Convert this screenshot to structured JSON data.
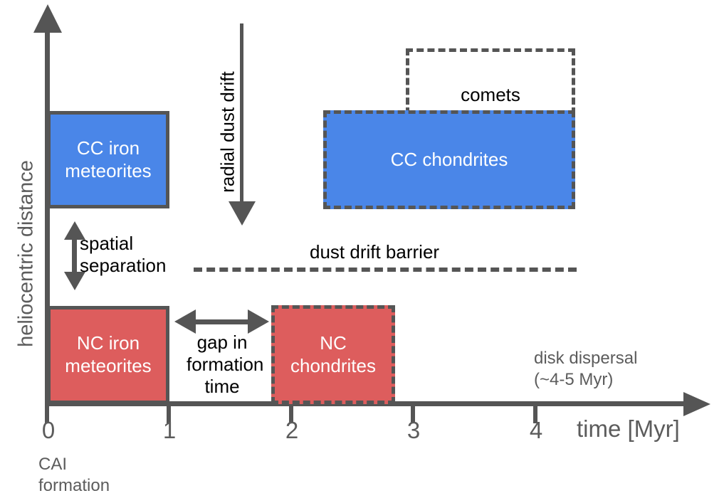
{
  "figure": {
    "type": "diagram",
    "subject": "Timeline of meteorite parent body formation in the solar protoplanetary disk"
  },
  "axes": {
    "x": {
      "title": "time [Myr]",
      "ticks": [
        {
          "value": "0",
          "px": 66
        },
        {
          "value": "1",
          "px": 237
        },
        {
          "value": "2",
          "px": 409
        },
        {
          "value": "3",
          "px": 580
        },
        {
          "value": "4",
          "px": 752
        }
      ],
      "origin_note": "CAI\nformation"
    },
    "y": {
      "title": "heliocentric distance"
    }
  },
  "boxes": [
    {
      "id": "cc-iron-meteorites",
      "label": "CC iron\nmeteorites",
      "fill": "#4a86e8",
      "border_style": "solid",
      "border_color": "#555555",
      "text_color": "#ffffff",
      "x_start_myr": 0.0,
      "x_end_myr": 1.0,
      "region": "outer disk"
    },
    {
      "id": "cc-chondrites",
      "label": "CC chondrites",
      "fill": "#4a86e8",
      "border_style": "dashed",
      "border_color": "#555555",
      "text_color": "#ffffff",
      "x_start_myr": 2.26,
      "x_end_myr": 4.32,
      "region": "outer disk"
    },
    {
      "id": "comets",
      "label": "comets",
      "fill": "none",
      "border_style": "dashed",
      "border_color": "#555555",
      "text_color": "#000000",
      "x_start_myr": 2.93,
      "x_end_myr": 4.32,
      "region": "outermost disk"
    },
    {
      "id": "nc-iron-meteorites",
      "label": "NC iron\nmeteorites",
      "fill": "#dd5d5d",
      "border_style": "solid",
      "border_color": "#555555",
      "text_color": "#ffffff",
      "x_start_myr": 0.0,
      "x_end_myr": 1.0,
      "region": "inner disk"
    },
    {
      "id": "nc-chondrites",
      "label": "NC\nchondrites",
      "fill": "#dd5d5d",
      "border_style": "dashed",
      "border_color": "#555555",
      "text_color": "#ffffff",
      "x_start_myr": 1.84,
      "x_end_myr": 2.85,
      "region": "inner disk"
    }
  ],
  "annotations": {
    "radial_dust_drift": "radial dust drift",
    "spatial_separation": "spatial\nseparation",
    "dust_drift_barrier": "dust drift barrier",
    "gap_in_formation_time": "gap in\nformation\ntime",
    "disk_dispersal": "disk dispersal\n(~4-5 Myr)",
    "cai_formation": "CAI\nformation"
  },
  "colors": {
    "cc_blue": "#4a86e8",
    "nc_red": "#dd5d5d",
    "stroke_gray": "#555555",
    "label_gray": "#5c5c5c",
    "text_black": "#000000",
    "background": "#ffffff"
  }
}
